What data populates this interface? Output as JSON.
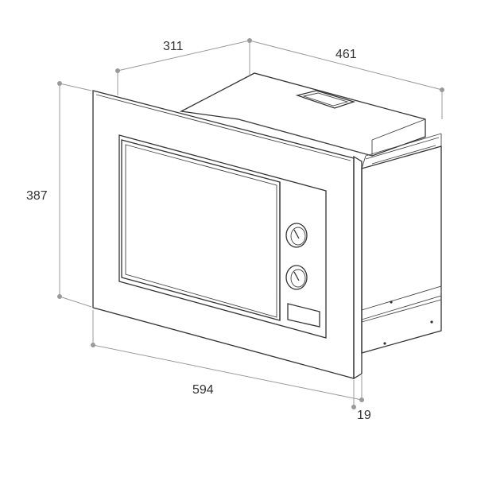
{
  "dimensions": {
    "depth_label": "311",
    "width_top_label": "461",
    "height_label": "387",
    "width_bottom_label": "594",
    "frame_depth_label": "19"
  },
  "colors": {
    "line": "#333333",
    "dimension": "#9a9a9a",
    "background": "#ffffff"
  },
  "appliance": {
    "type": "built-in microwave oven",
    "knob_count": 2,
    "has_display": true
  }
}
